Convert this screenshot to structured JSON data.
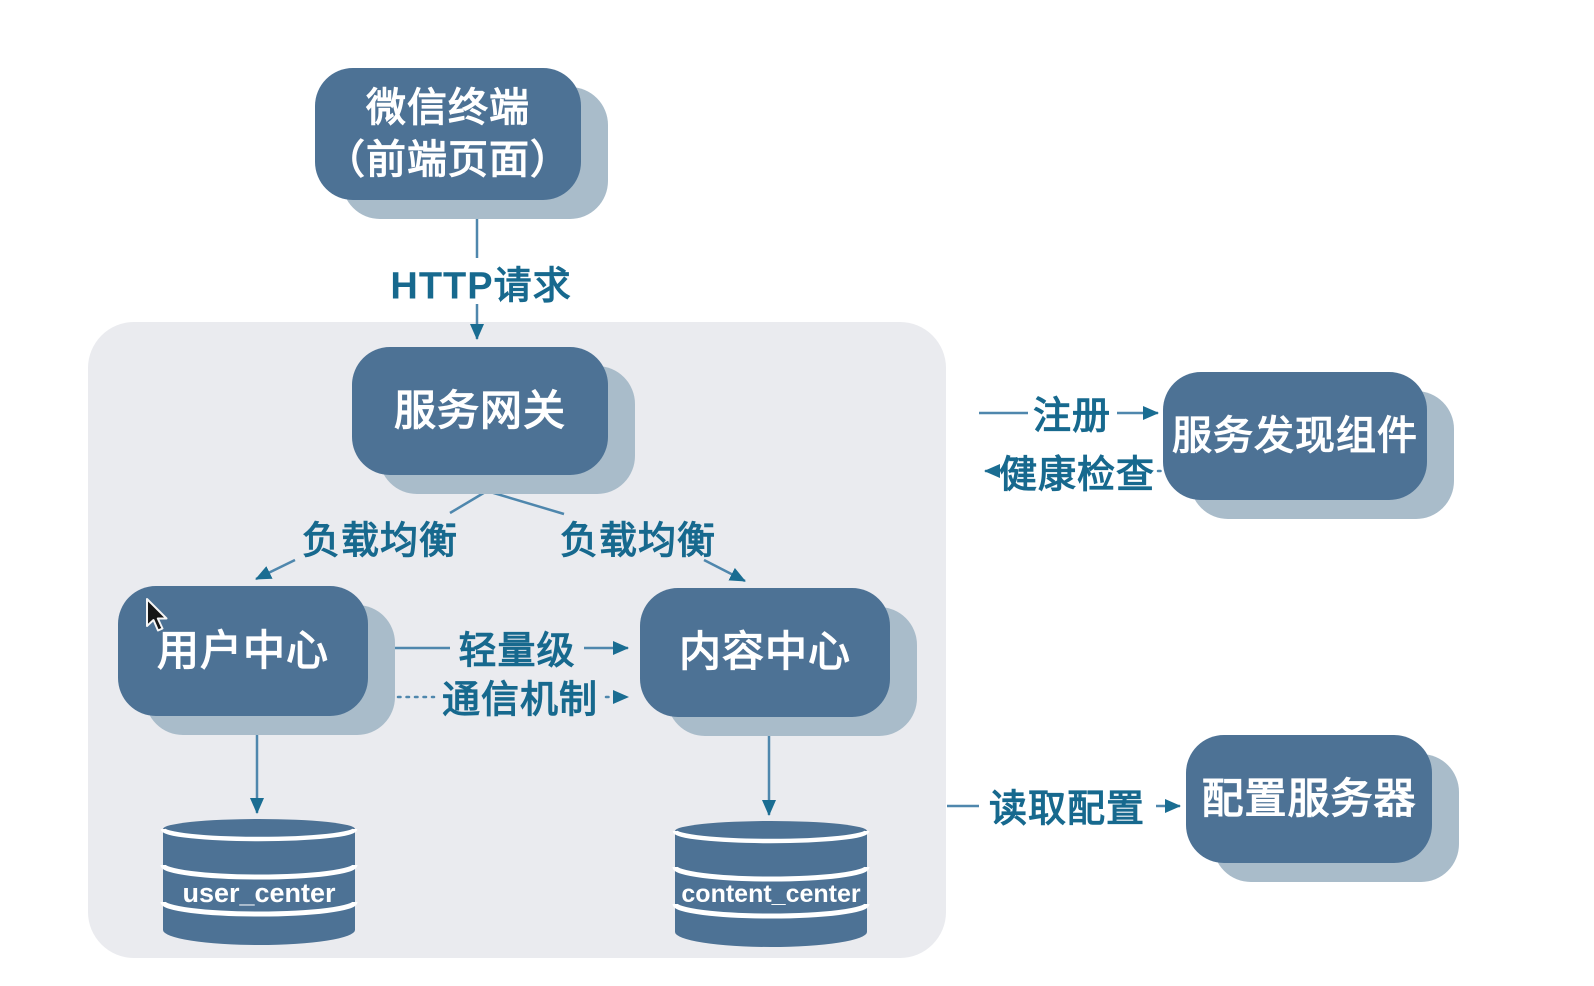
{
  "diagram": {
    "nodes": {
      "wechat_terminal": {
        "line1": "微信终端",
        "line2": "（前端页面）"
      },
      "service_gateway": "服务网关",
      "user_center": "用户中心",
      "content_center": "内容中心",
      "service_discovery": "服务发现组件",
      "config_server": "配置服务器"
    },
    "databases": {
      "user": "user_center",
      "content": "content_center"
    },
    "edges": {
      "http_request": "HTTP请求",
      "load_balance_left": "负载均衡",
      "load_balance_right": "负载均衡",
      "lightweight": "轻量级",
      "comm_mechanism": "通信机制",
      "register": "注册",
      "health_check": "健康检查",
      "read_config": "读取配置"
    },
    "colors": {
      "node_fill": "#4d7295",
      "node_shadow": "#a9bcca",
      "group_background": "#eaebef",
      "label_text": "#17698e",
      "connector_line": "#4f87ad",
      "arrowhead": "#1a6d92",
      "node_text": "#ffffff"
    }
  }
}
